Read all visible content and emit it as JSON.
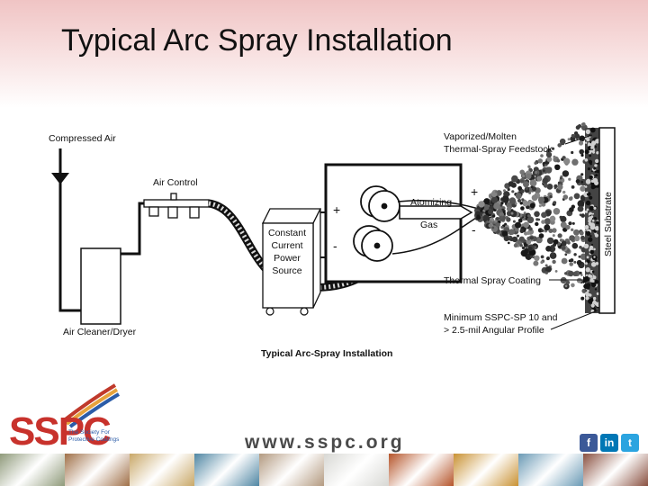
{
  "slide": {
    "title": "Typical Arc Spray Installation"
  },
  "diagram": {
    "caption": "Typical Arc-Spray Installation",
    "labels": {
      "compressed_air": "Compressed Air",
      "air_control": "Air Control",
      "air_cleaner": "Air Cleaner/Dryer",
      "power_source": [
        "Constant",
        "Current",
        "Power",
        "Source"
      ],
      "atomizing_gas": [
        "Atomizing",
        "Gas"
      ],
      "feedstock": [
        "Vaporized/Molten",
        "Thermal-Spray Feedstock"
      ],
      "coating": "Thermal Spray Coating",
      "profile": [
        "Minimum SSPC-SP 10 and",
        "> 2.5-mil Angular Profile"
      ],
      "substrate": "Steel Substrate",
      "plus": "+",
      "minus": "-"
    }
  },
  "footer": {
    "logo_text": "SSPC",
    "logo_tagline": [
      "The Society For",
      "Protective Coatings"
    ],
    "website": "www.sspc.org",
    "social_icons": [
      {
        "name": "facebook-icon",
        "glyph": "f",
        "color": "#3b5998"
      },
      {
        "name": "linkedin-icon",
        "glyph": "in",
        "color": "#0077b5"
      },
      {
        "name": "twitter-icon",
        "glyph": "t",
        "color": "#2ba4e0"
      }
    ],
    "texture_colors": [
      "#8f9a7a",
      "#a07048",
      "#c9a868",
      "#4f86a3",
      "#b39a80",
      "#d8d8d4",
      "#b5542a",
      "#c99233",
      "#6a9ab5",
      "#8a5040"
    ]
  }
}
